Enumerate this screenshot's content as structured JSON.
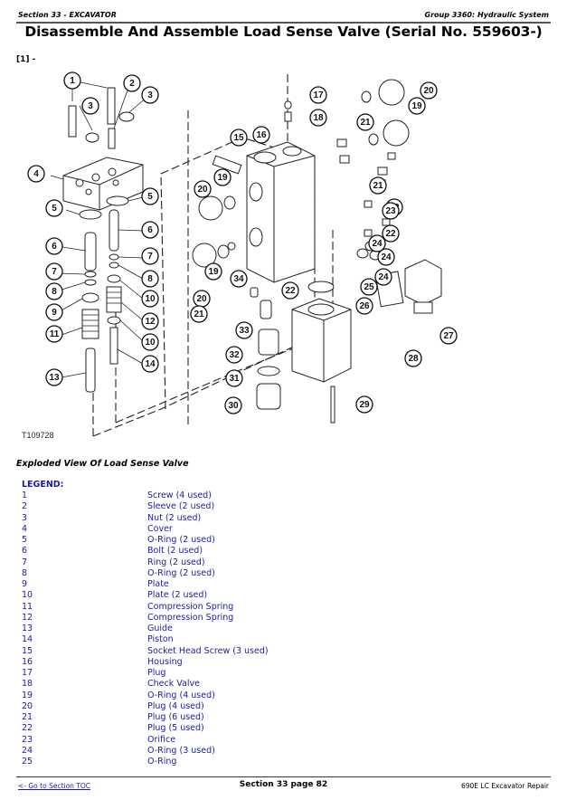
{
  "header": {
    "left": "Section 33 - EXCAVATOR",
    "right": "Group 3360: Hydraulic System"
  },
  "title": "Disassemble And Assemble Load Sense Valve (Serial No. 559603-)",
  "step_label": "[1] -",
  "figure": {
    "id_label": "T109728",
    "callouts": [
      "1",
      "2",
      "3",
      "3",
      "4",
      "5",
      "5",
      "6",
      "6",
      "7",
      "7",
      "8",
      "8",
      "9",
      "10",
      "10",
      "11",
      "12",
      "13",
      "14",
      "15",
      "16",
      "17",
      "18",
      "19",
      "19",
      "19",
      "20",
      "20",
      "20",
      "21",
      "21",
      "21",
      "22",
      "22",
      "22",
      "23",
      "24",
      "24",
      "24",
      "25",
      "26",
      "27",
      "28",
      "29",
      "30",
      "31",
      "32",
      "33",
      "34"
    ]
  },
  "caption": "Exploded View Of Load Sense Valve",
  "legend": {
    "title": "LEGEND:",
    "items": [
      {
        "num": "1",
        "desc": "Screw (4 used)"
      },
      {
        "num": "2",
        "desc": "Sleeve (2 used)"
      },
      {
        "num": "3",
        "desc": "Nut (2 used)"
      },
      {
        "num": "4",
        "desc": "Cover"
      },
      {
        "num": "5",
        "desc": "O-Ring (2 used)"
      },
      {
        "num": "6",
        "desc": "Bolt (2 used)"
      },
      {
        "num": "7",
        "desc": "Ring (2 used)"
      },
      {
        "num": "8",
        "desc": "O-Ring (2 used)"
      },
      {
        "num": "9",
        "desc": "Plate"
      },
      {
        "num": "10",
        "desc": "Plate (2 used)"
      },
      {
        "num": "11",
        "desc": "Compression Spring"
      },
      {
        "num": "12",
        "desc": "Compression Spring"
      },
      {
        "num": "13",
        "desc": "Guide"
      },
      {
        "num": "14",
        "desc": "Piston"
      },
      {
        "num": "15",
        "desc": "Socket Head Screw (3 used)"
      },
      {
        "num": "16",
        "desc": "Housing"
      },
      {
        "num": "17",
        "desc": "Plug"
      },
      {
        "num": "18",
        "desc": "Check Valve"
      },
      {
        "num": "19",
        "desc": "O-Ring (4 used)"
      },
      {
        "num": "20",
        "desc": "Plug (4 used)"
      },
      {
        "num": "21",
        "desc": "Plug (6 used)"
      },
      {
        "num": "22",
        "desc": "Plug (5 used)"
      },
      {
        "num": "23",
        "desc": "Orifice"
      },
      {
        "num": "24",
        "desc": "O-Ring (3 used)"
      },
      {
        "num": "25",
        "desc": "O-Ring"
      }
    ]
  },
  "footer": {
    "left_link": "<- Go to Section TOC",
    "center": "Section 33 page 82",
    "right": "690E LC Excavator Repair"
  },
  "colors": {
    "legend_text": "#1a1aa6",
    "link": "#1a1aa6"
  }
}
